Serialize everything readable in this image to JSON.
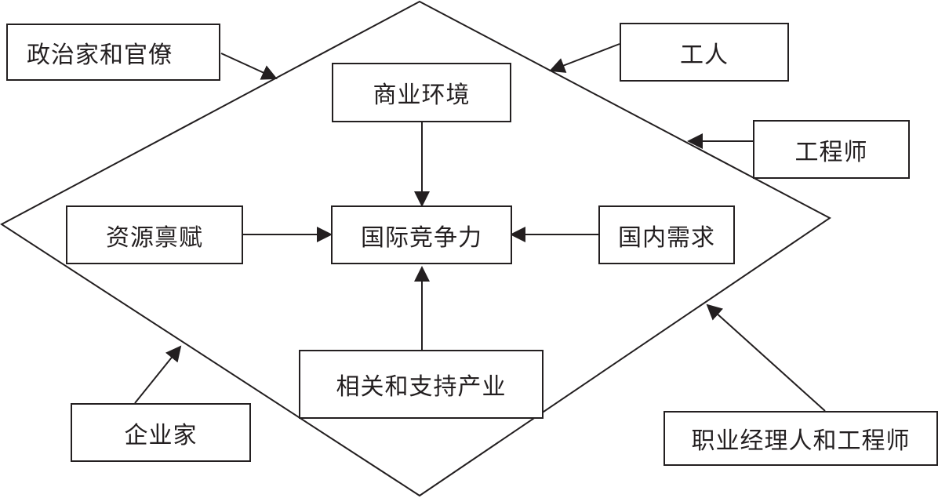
{
  "colors": {
    "line": "#231f20",
    "background": "#ffffff"
  },
  "center": {
    "label": "国际竞争力"
  },
  "determinants": {
    "business_environment": "商业环境",
    "resource_endowment": "资源禀赋",
    "domestic_demand": "国内需求",
    "related_supporting_industries": "相关和支持产业"
  },
  "actors": {
    "politicians_bureaucrats": "政治家和官僚",
    "workers": "工人",
    "engineers": "工程师",
    "entrepreneurs": "企业家",
    "managers_engineers": "职业经理人和工程师"
  }
}
